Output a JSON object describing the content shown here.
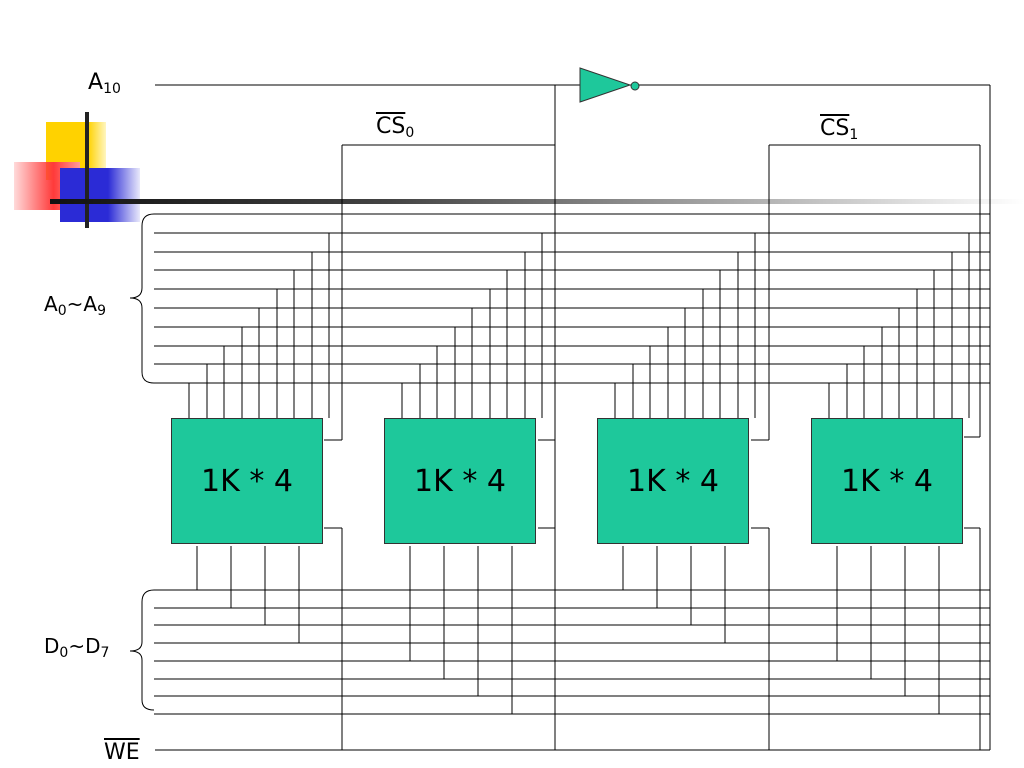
{
  "signals": {
    "a10": {
      "base": "A",
      "sub": "10"
    },
    "cs0": {
      "base": "CS",
      "sub": "0"
    },
    "cs1": {
      "base": "CS",
      "sub": "1"
    },
    "addr": {
      "base1": "A",
      "sub1": "0",
      "tilde": "~",
      "base2": "A",
      "sub2": "9"
    },
    "data": {
      "base1": "D",
      "sub1": "0",
      "tilde": "~",
      "base2": "D",
      "sub2": "7"
    },
    "we": "WE"
  },
  "chips": [
    {
      "label": "1K * 4"
    },
    {
      "label": "1K * 4"
    },
    {
      "label": "1K * 4"
    },
    {
      "label": "1K * 4"
    }
  ],
  "colors": {
    "chip_fill": "#1ec89b",
    "inverter_fill": "#1ec89b",
    "wire": "#000000"
  }
}
